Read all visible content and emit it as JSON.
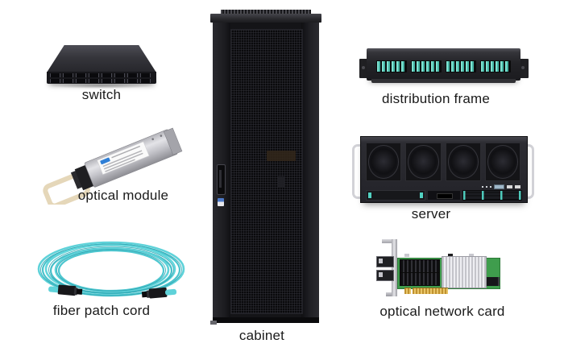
{
  "background": "#ffffff",
  "labels": {
    "switch": "switch",
    "distribution_frame": "distribution frame",
    "optical_module": "optical module",
    "server": "server",
    "fiber_patch_cord": "fiber patch cord",
    "optical_network_card": "optical network card",
    "cabinet": "cabinet"
  },
  "colors": {
    "label_text": "#1a1a1a",
    "chassis_black": "#232328",
    "port_teal": "#5fd2c4",
    "fiber_aqua": "#5fd2d9",
    "pcb_green": "#3f9d4d",
    "heatsink_silver": "#e0e0e4",
    "gold_edge": "#d5ab4a",
    "pull_tab_beige": "#e5d7b9",
    "module_silver": "#c9c9cf"
  }
}
